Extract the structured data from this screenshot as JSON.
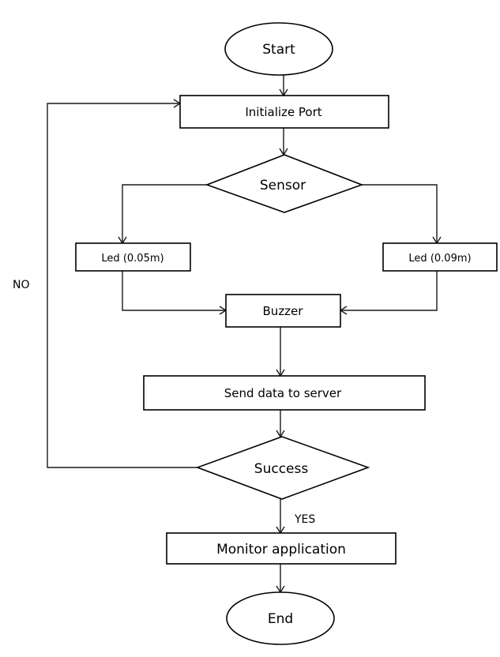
{
  "flowchart": {
    "start": "Start",
    "init_port": "Initialize Port",
    "sensor": "Sensor",
    "led_left": "Led (0.05m)",
    "led_right": "Led (0.09m)",
    "buzzer": "Buzzer",
    "send_data": "Send data to server",
    "success": "Success",
    "monitor": "Monitor application",
    "end": "End",
    "no_label": "NO",
    "yes_label": "YES"
  }
}
